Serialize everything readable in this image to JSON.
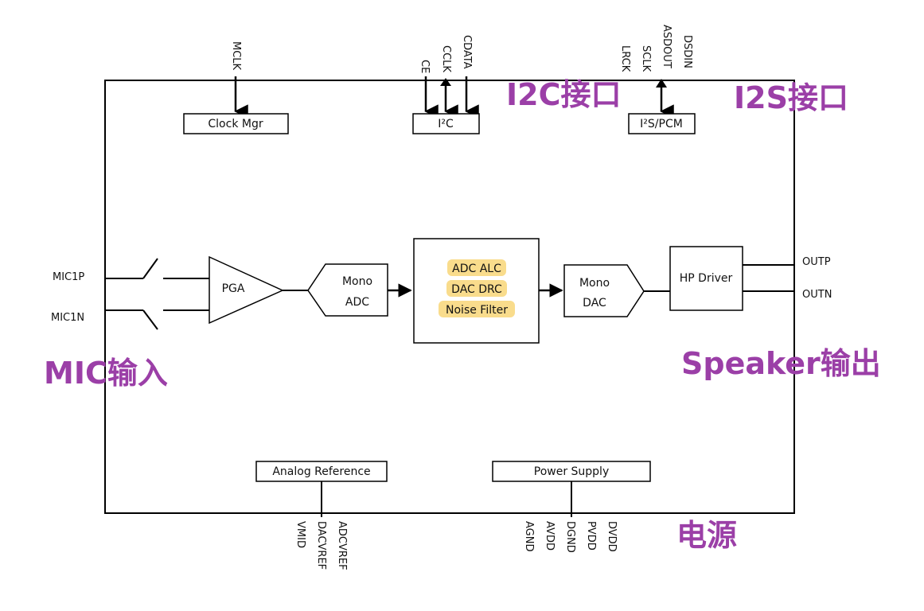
{
  "top_pins": {
    "mclk": "MCLK",
    "ce": "CE",
    "cclk": "CCLK",
    "cdata": "CDATA",
    "lrck": "LRCK",
    "sclk": "SCLK",
    "asdout": "ASDOUT",
    "dsdin": "DSDIN"
  },
  "blocks": {
    "clock_mgr": "Clock Mgr",
    "i2c": "I²C",
    "i2s": "I²S/PCM",
    "pga": "PGA",
    "mono_adc_1": "Mono",
    "mono_adc_2": "ADC",
    "dsp_1": "ADC ALC",
    "dsp_2": "DAC DRC",
    "dsp_3": "Noise Filter",
    "mono_dac_1": "Mono",
    "mono_dac_2": "DAC",
    "hp_driver": "HP Driver",
    "analog_ref": "Analog Reference",
    "power_supply": "Power Supply"
  },
  "side_pins": {
    "mic1p": "MIC1P",
    "mic1n": "MIC1N",
    "outp": "OUTP",
    "outn": "OUTN"
  },
  "bottom_pins": {
    "vmid": "VMID",
    "dacvref": "DACVREF",
    "adcvref": "ADCVREF",
    "agnd": "AGND",
    "avdd": "AVDD",
    "dgnd": "DGND",
    "pvdd": "PVDD",
    "dvdd": "DVDD"
  },
  "annotations": {
    "i2c_interface": "I2C接口",
    "i2s_interface": "I2S接口",
    "mic_input": "MIC输入",
    "speaker_output": "Speaker输出",
    "power": "电源"
  },
  "colors": {
    "annotation": "#9b3fa7",
    "highlight": "#f9dc8c"
  }
}
